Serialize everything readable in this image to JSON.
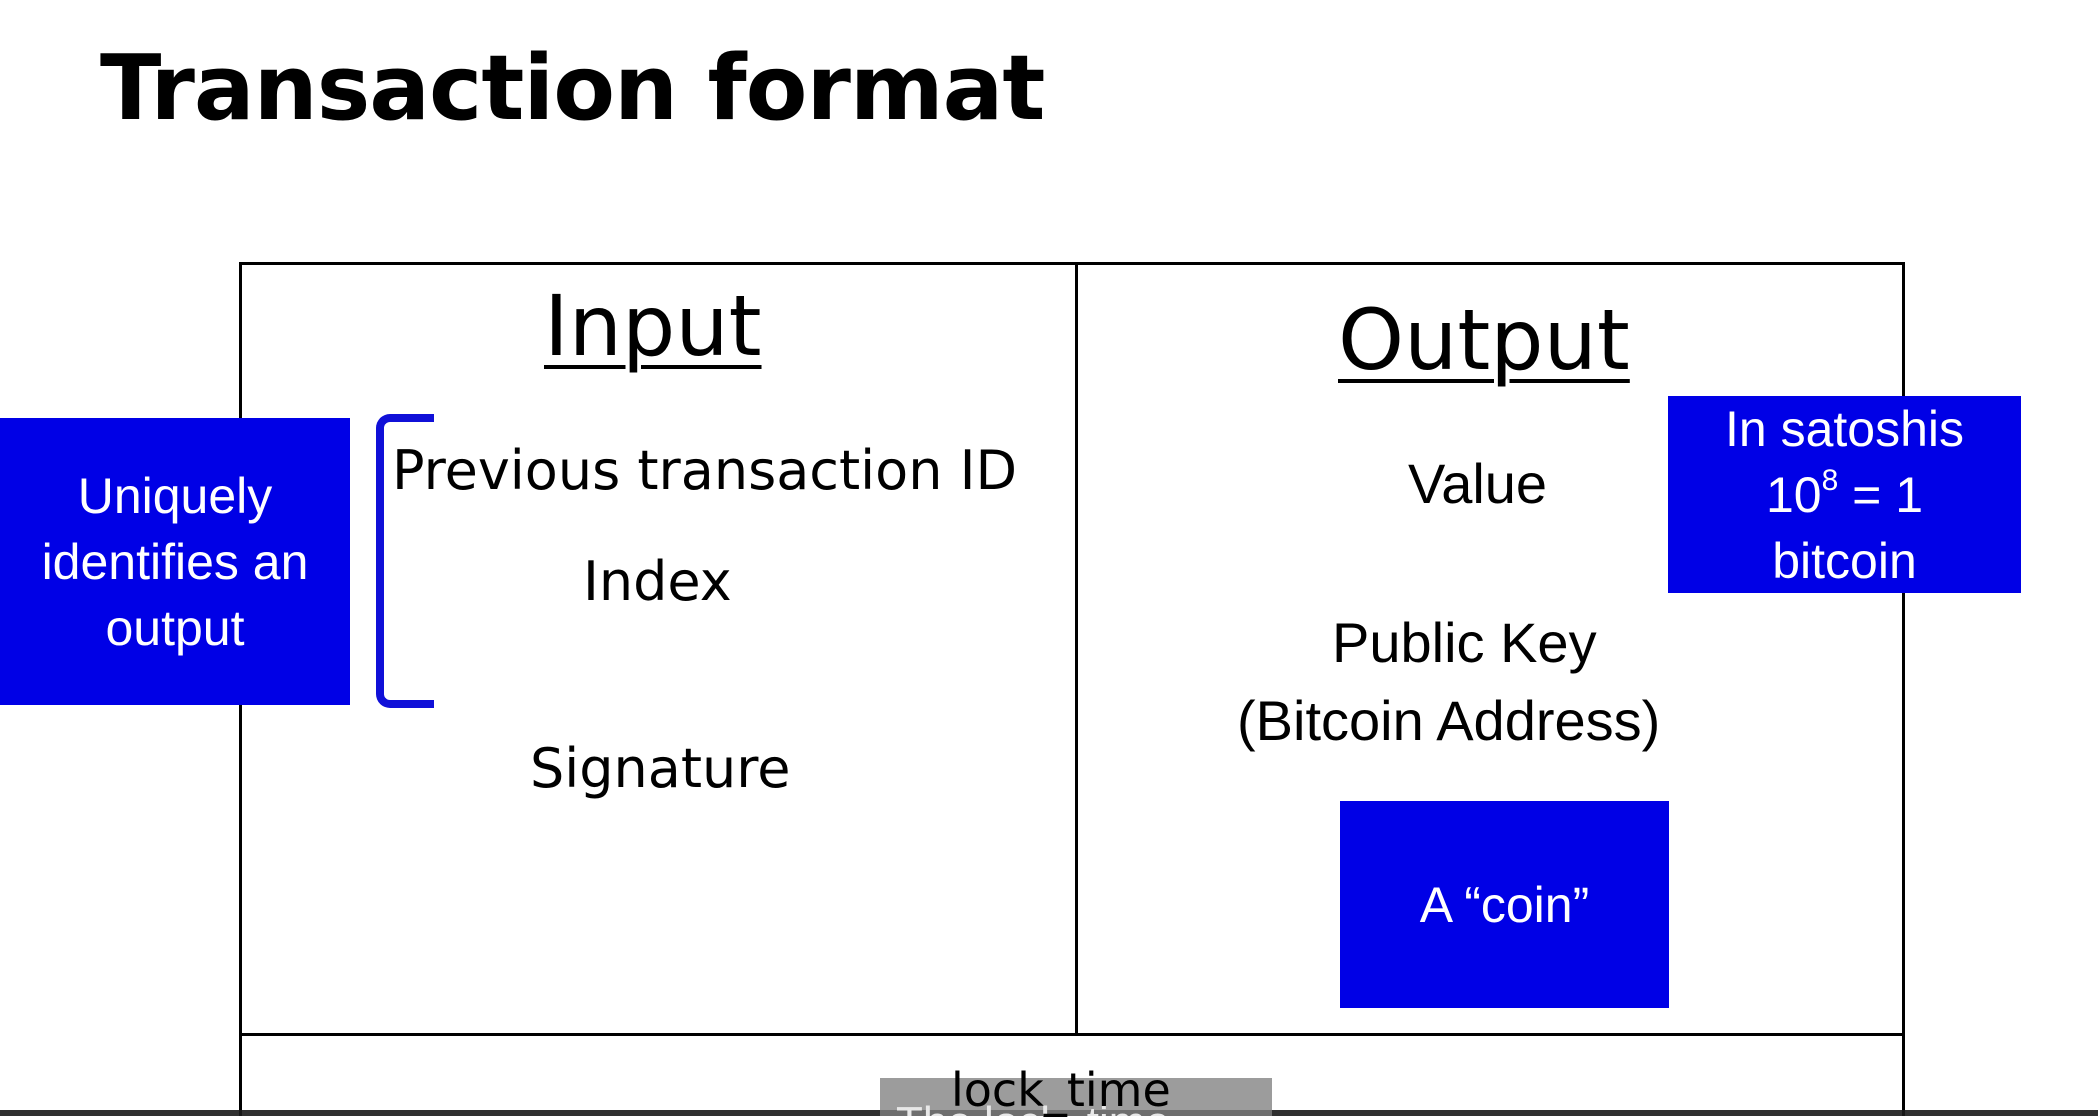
{
  "slide": {
    "title": "Transaction format"
  },
  "input_column": {
    "heading": "Input",
    "fields": {
      "previous_tx_id": "Previous transaction ID",
      "index": "Index",
      "signature": "Signature"
    }
  },
  "output_column": {
    "heading": "Output",
    "fields": {
      "value": "Value",
      "public_key_line1": "Public Key",
      "public_key_line2": "(Bitcoin Address)"
    }
  },
  "callouts": {
    "identifies_output": [
      "Uniquely",
      "identifies an",
      "output"
    ],
    "satoshis": {
      "line1": "In satoshis",
      "line2_base": "10",
      "line2_exponent": "8",
      "line2_rest": " = 1",
      "line3": "bitcoin"
    },
    "coin": "A “coin”"
  },
  "footer_row": {
    "label": "lock_time"
  },
  "caption": {
    "text": "The lock_time"
  },
  "colors": {
    "callout_fill": "#0000e6",
    "bracket": "#1010d8",
    "callout_text": "#ffffff"
  }
}
